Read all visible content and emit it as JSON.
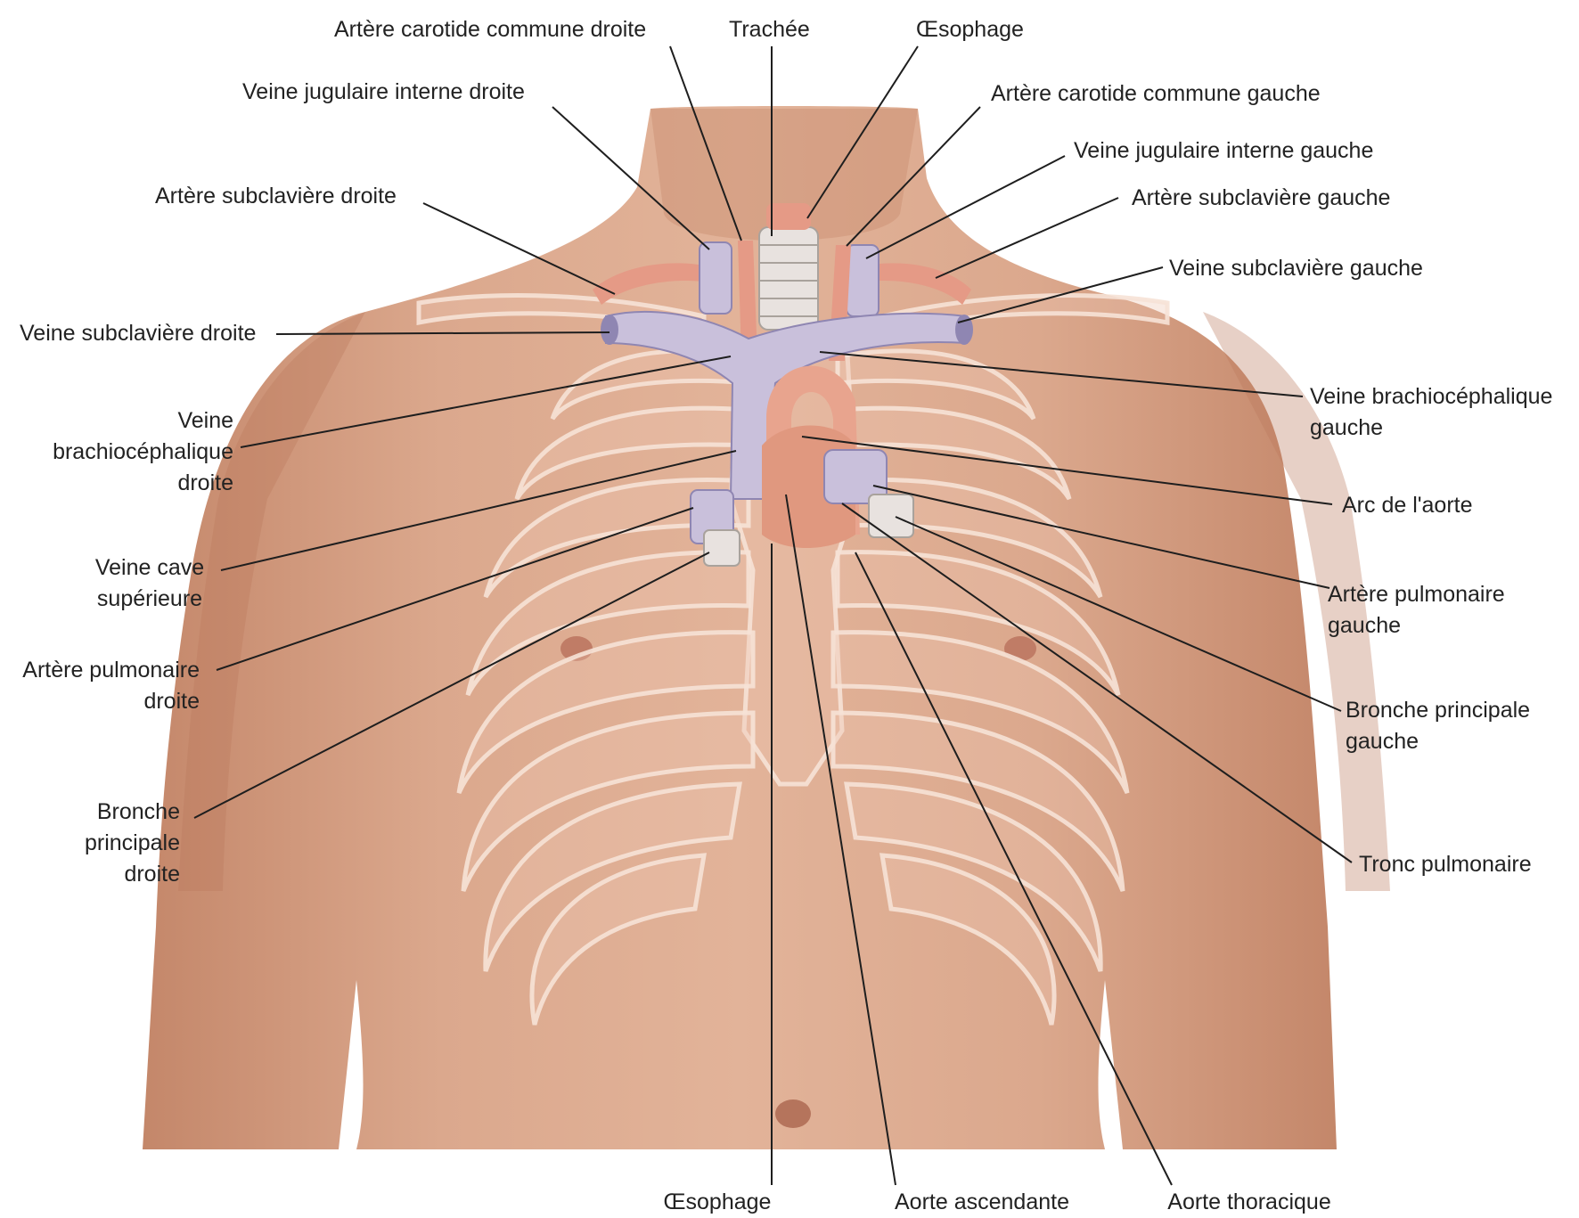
{
  "diagram": {
    "colors": {
      "skin": "#dba88d",
      "skin_shadow": "#c98e72",
      "bone_outline": "#f6e2d6",
      "vein": "#c9c0db",
      "vein_dark": "#8f86b2",
      "artery": "#e59a86",
      "trachea": "#e8e2df",
      "leader_line": "#1e1e1e",
      "label_text": "#222222"
    },
    "labels": {
      "carotide_droite": "Artère carotide commune droite",
      "trachee": "Trachée",
      "oesophage_top": "Œsophage",
      "jugulaire_droite": "Veine jugulaire interne droite",
      "carotide_gauche": "Artère carotide commune gauche",
      "jugulaire_gauche": "Veine jugulaire interne gauche",
      "subclaviere_art_droite": "Artère subclavière droite",
      "subclaviere_art_gauche": "Artère subclavière gauche",
      "subclaviere_veine_gauche": "Veine subclavière gauche",
      "subclaviere_veine_droite": "Veine subclavière droite",
      "brachio_droite": [
        "Veine",
        "brachiocéphalique",
        "droite"
      ],
      "brachio_gauche": [
        "Veine brachiocéphalique",
        "gauche"
      ],
      "arc_aorte": "Arc de l'aorte",
      "cave_sup": [
        "Veine cave",
        "supérieure"
      ],
      "pulm_gauche": [
        "Artère pulmonaire",
        "gauche"
      ],
      "pulm_droite": [
        "Artère pulmonaire",
        "droite"
      ],
      "bronche_gauche": [
        "Bronche principale",
        "gauche"
      ],
      "bronche_droite": [
        "Bronche",
        "principale",
        "droite"
      ],
      "tronc_pulm": "Tronc pulmonaire",
      "oesophage_bottom": "Œsophage",
      "aorte_asc": "Aorte ascendante",
      "aorte_thor": "Aorte thoracique"
    }
  }
}
